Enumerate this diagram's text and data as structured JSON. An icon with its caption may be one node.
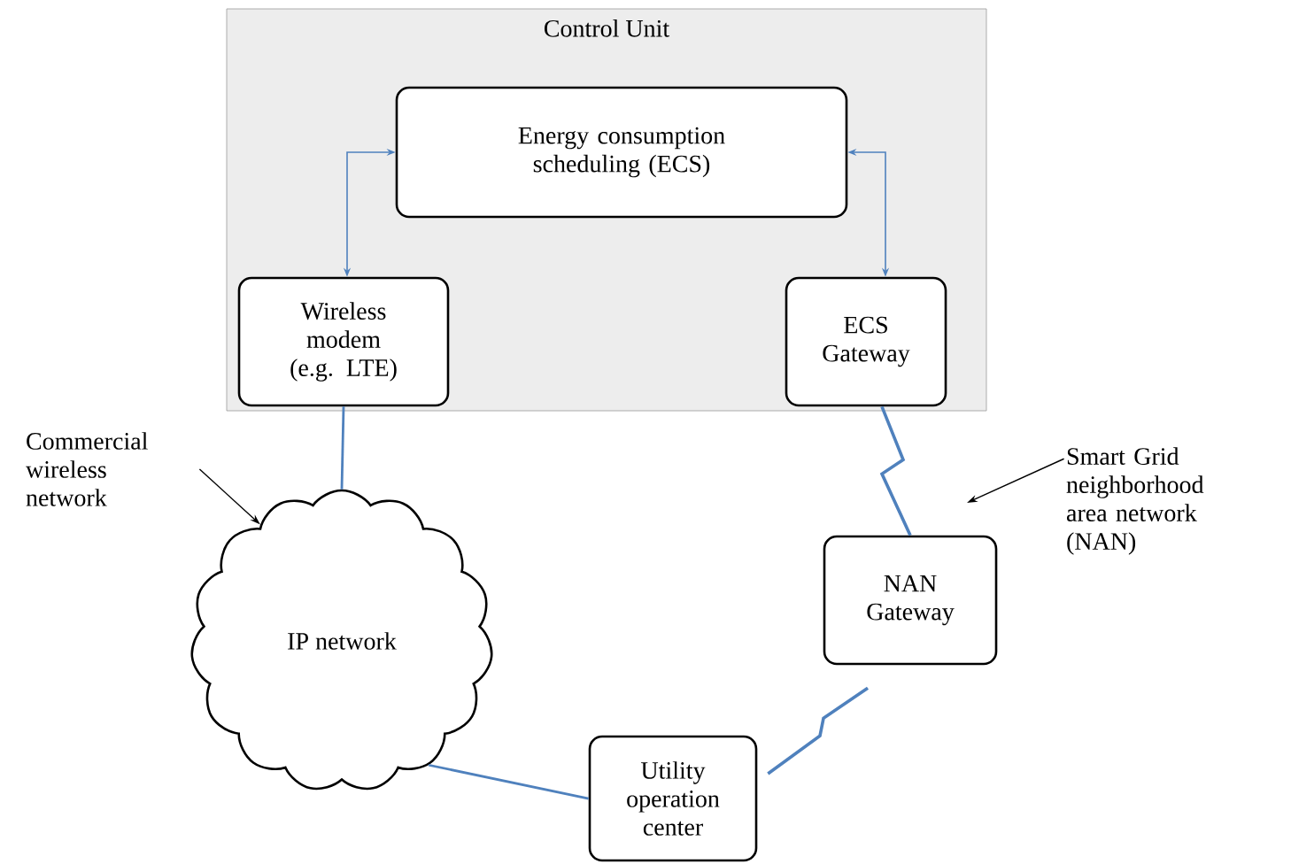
{
  "diagram": {
    "nodes": [
      {
        "text": [
          "Control Unit"
        ]
      },
      {
        "text": [
          "Energy consumption scheduling (ECS)"
        ],
        "in": 0
      },
      {
        "text": [
          "Wireless modem (e.g. LTE)"
        ],
        "in": 0
      },
      {
        "text": [
          "ECS Gateway"
        ],
        "in": 0
      },
      {
        "text": [
          "IP network"
        ]
      },
      {
        "text": [
          "NAN Gateway"
        ]
      },
      {
        "text": [
          "Utility operation center"
        ]
      },
      {
        "text": [
          "Commercial wireless network"
        ]
      },
      {
        "text": [
          "Smart Grid neighborhood area network (NAN)"
        ]
      }
    ],
    "edges": [
      {
        "from": 1,
        "to": 2,
        "arrow": "both"
      },
      {
        "from": 1,
        "to": 3,
        "arrow": "both"
      },
      {
        "from": 2,
        "to": 4,
        "arrow": "none"
      },
      {
        "from": 3,
        "to": 5,
        "arrow": "none"
      },
      {
        "from": 5,
        "to": 6,
        "arrow": "none"
      },
      {
        "from": 4,
        "to": 6,
        "arrow": "none"
      },
      {
        "from": 7,
        "to": 4,
        "arrow": "to",
        "color": "#000000"
      },
      {
        "from": 8,
        "to": null,
        "arrow": "to",
        "color": "#000000"
      }
    ]
  }
}
